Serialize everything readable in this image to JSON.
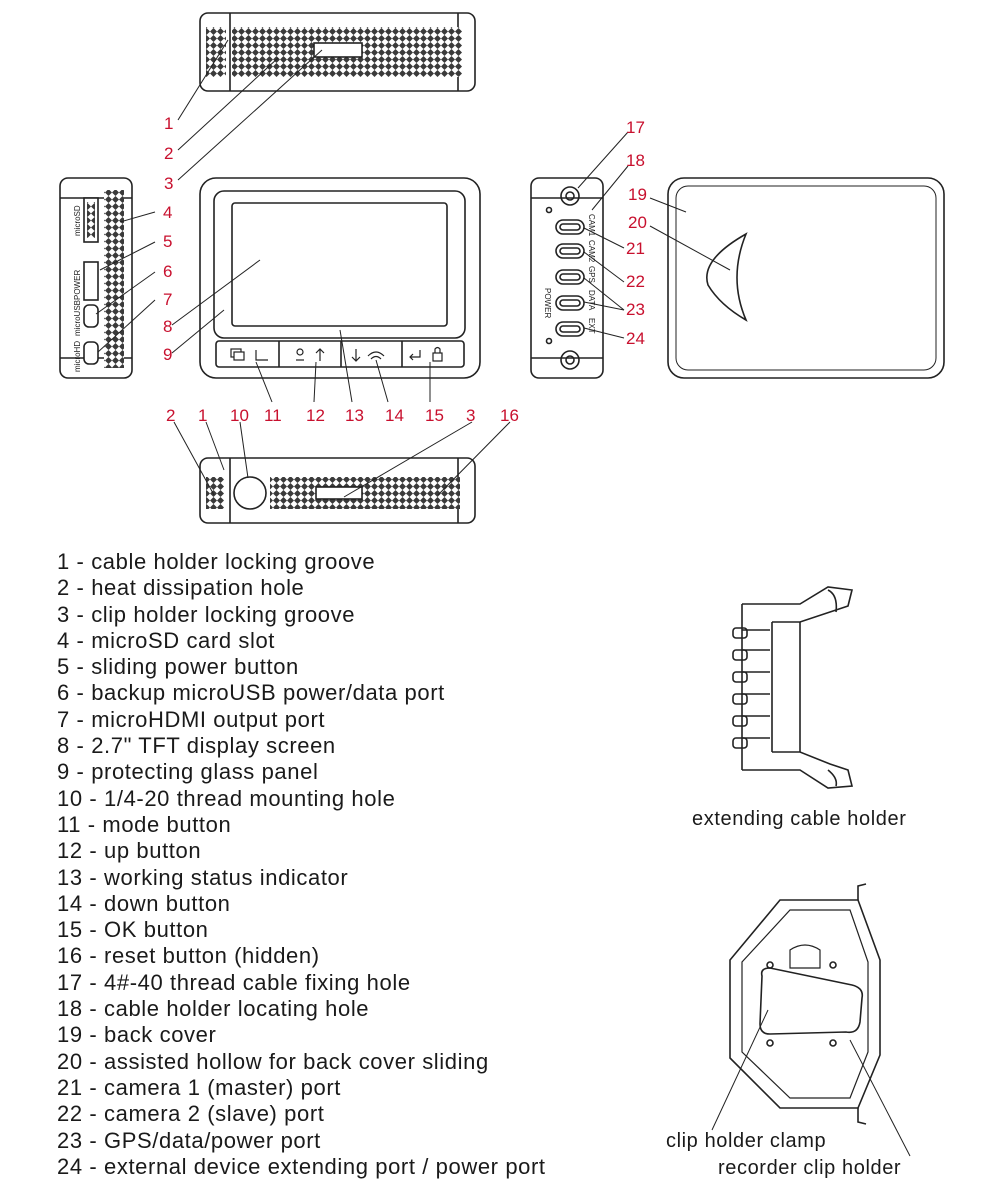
{
  "colors": {
    "line": "#222222",
    "callout": "#c8102e",
    "hatch": "#444444",
    "text": "#1a1a1a"
  },
  "callouts": {
    "top_view": [
      "1",
      "2",
      "3"
    ],
    "left_side": [
      "4",
      "5",
      "6",
      "7"
    ],
    "front": [
      "8",
      "9",
      "11",
      "12",
      "13",
      "14",
      "15"
    ],
    "right_side": [
      "17",
      "18",
      "21",
      "22",
      "23",
      "24"
    ],
    "back": [
      "19",
      "20"
    ],
    "bottom_view": [
      "2",
      "1",
      "10",
      "3",
      "16"
    ]
  },
  "port_labels": {
    "left": [
      "microSD",
      "POWER",
      "microUSB",
      "microHD"
    ],
    "right": [
      "CAM1",
      "CAM2",
      "GPS",
      "DATA",
      "EXT",
      "POWER"
    ]
  },
  "legend": [
    {
      "num": "1",
      "text": "cable holder locking groove"
    },
    {
      "num": "2",
      "text": "heat dissipation hole"
    },
    {
      "num": "3",
      "text": "clip holder locking groove"
    },
    {
      "num": "4",
      "text": "microSD card slot"
    },
    {
      "num": "5",
      "text": "sliding power button"
    },
    {
      "num": "6",
      "text": "backup microUSB power/data port"
    },
    {
      "num": "7",
      "text": "microHDMI output port"
    },
    {
      "num": "8",
      "text": "2.7\" TFT display screen"
    },
    {
      "num": "9",
      "text": "protecting glass panel"
    },
    {
      "num": "10",
      "text": "1/4-20 thread mounting hole"
    },
    {
      "num": "11",
      "text": "mode button"
    },
    {
      "num": "12",
      "text": "up button"
    },
    {
      "num": "13",
      "text": "working status indicator"
    },
    {
      "num": "14",
      "text": "down button"
    },
    {
      "num": "15",
      "text": "OK button"
    },
    {
      "num": "16",
      "text": "reset button (hidden)"
    },
    {
      "num": "17",
      "text": "4#-40 thread cable fixing hole"
    },
    {
      "num": "18",
      "text": "cable holder locating hole"
    },
    {
      "num": "19",
      "text": "back cover"
    },
    {
      "num": "20",
      "text": "assisted hollow for back cover sliding"
    },
    {
      "num": "21",
      "text": "camera 1 (master) port"
    },
    {
      "num": "22",
      "text": "camera 2 (slave) port"
    },
    {
      "num": "23",
      "text": "GPS/data/power port"
    },
    {
      "num": "24",
      "text": "external device extending port / power port"
    }
  ],
  "captions": {
    "cable_holder": "extending cable holder",
    "clip_clamp": "clip holder clamp",
    "clip_holder": "recorder clip holder"
  }
}
